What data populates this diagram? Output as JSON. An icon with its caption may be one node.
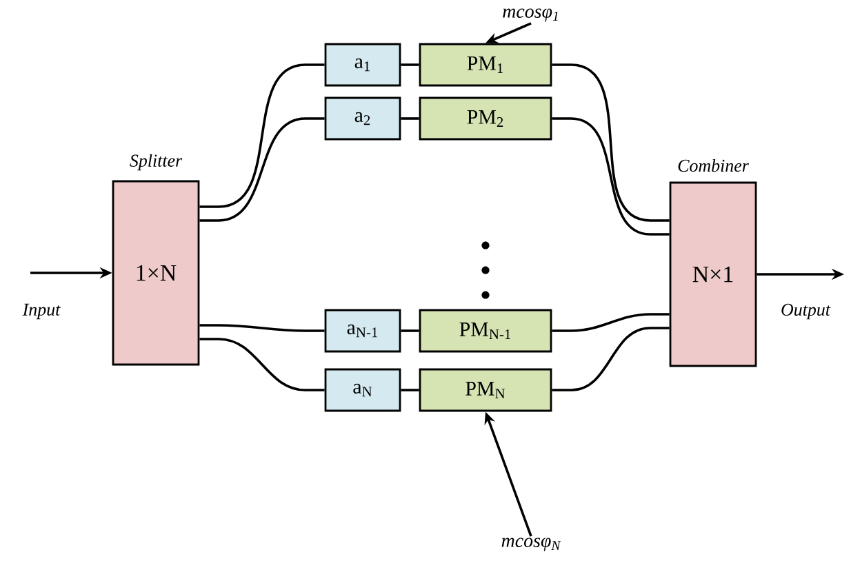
{
  "diagram": {
    "nodes": [
      {
        "text": [
          "1×N"
        ],
        "beside": [
          "Splitter"
        ]
      },
      {
        "text": [
          "a$_{1}$"
        ]
      },
      {
        "text": [
          "PM$_{1}$"
        ]
      },
      {
        "text": [
          "a$_{2}$"
        ]
      },
      {
        "text": [
          "PM$_{2}$"
        ]
      },
      {
        "text": [
          "a$_{N-1}$"
        ]
      },
      {
        "text": [
          "PM$_{N-1}$"
        ]
      },
      {
        "text": [
          "a$_{N}$"
        ]
      },
      {
        "text": [
          "PM$_{N}$"
        ]
      },
      {
        "text": [
          "N×1"
        ],
        "beside": [
          "Combiner"
        ]
      },
      {
        "text": [
          "mcosφ$_{1}$"
        ]
      },
      {
        "text": [
          "mcosφ$_{N}$"
        ]
      }
    ],
    "edges": [
      {
        "from": null,
        "to": 0,
        "arrow": "to"
      },
      {
        "from": 0,
        "to": 1,
        "arrow": "none"
      },
      {
        "from": 1,
        "to": 2,
        "arrow": "none"
      },
      {
        "from": 0,
        "to": 3,
        "arrow": "none"
      },
      {
        "from": 3,
        "to": 4,
        "arrow": "none"
      },
      {
        "from": 0,
        "to": 5,
        "arrow": "none"
      },
      {
        "from": 5,
        "to": 6,
        "arrow": "none"
      },
      {
        "from": 0,
        "to": 7,
        "arrow": "none"
      },
      {
        "from": 7,
        "to": 8,
        "arrow": "none"
      },
      {
        "from": 2,
        "to": 9,
        "arrow": "none"
      },
      {
        "from": 4,
        "to": 9,
        "arrow": "none"
      },
      {
        "from": 6,
        "to": 9,
        "arrow": "none"
      },
      {
        "from": 8,
        "to": 9,
        "arrow": "none"
      },
      {
        "from": 10,
        "to": 2,
        "arrow": "to"
      },
      {
        "from": 11,
        "to": 8,
        "arrow": "to"
      },
      {
        "from": 9,
        "to": null,
        "arrow": "to"
      }
    ],
    "labels": [
      "Input",
      "Output"
    ]
  }
}
